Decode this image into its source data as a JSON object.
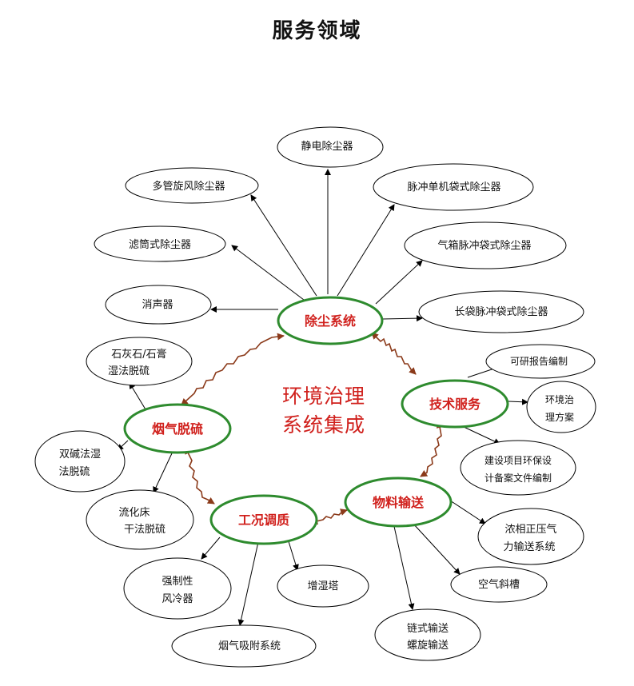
{
  "title": "服务领域",
  "center": {
    "line1": "环境治理",
    "line2": "系统集成"
  },
  "hubs": {
    "dust": "除尘系统",
    "tech": "技术服务",
    "desulf": "烟气脱硫",
    "material": "物料输送",
    "condition": "工况调质"
  },
  "leaves": {
    "electrostatic": "静电除尘器",
    "multitube": "多管旋风除尘器",
    "pulse_single": "脉冲单机袋式除尘器",
    "cartridge": "滤筒式除尘器",
    "chamber_pulse": "气箱脉冲袋式除尘器",
    "muffler": "消声器",
    "long_bag": "长袋脉冲袋式除尘器",
    "limestone_1": "石灰石/石膏",
    "limestone_2": "湿法脱硫",
    "feasibility": "可研报告编制",
    "env_plan_1": "环境治",
    "env_plan_2": "理方案",
    "dual_alkali_1": "双碱法湿",
    "dual_alkali_2": "法脱硫",
    "eia_1": "建设项目环保设",
    "eia_2": "计备案文件编制",
    "fluidized_1": "流化床",
    "fluidized_2": "干法脱硫",
    "dense_phase_1": "浓相正压气",
    "dense_phase_2": "力输送系统",
    "forced_cooler_1": "强制性",
    "forced_cooler_2": "风冷器",
    "humidifier": "增湿塔",
    "air_slide": "空气斜槽",
    "chain_1": "链式输送",
    "chain_2": "螺旋输送",
    "adsorption": "烟气吸附系统"
  },
  "colors": {
    "hub_border": "#2e8b2e",
    "hub_text": "#d0201c",
    "link": "#8b3a1a",
    "arrow": "#000000"
  }
}
